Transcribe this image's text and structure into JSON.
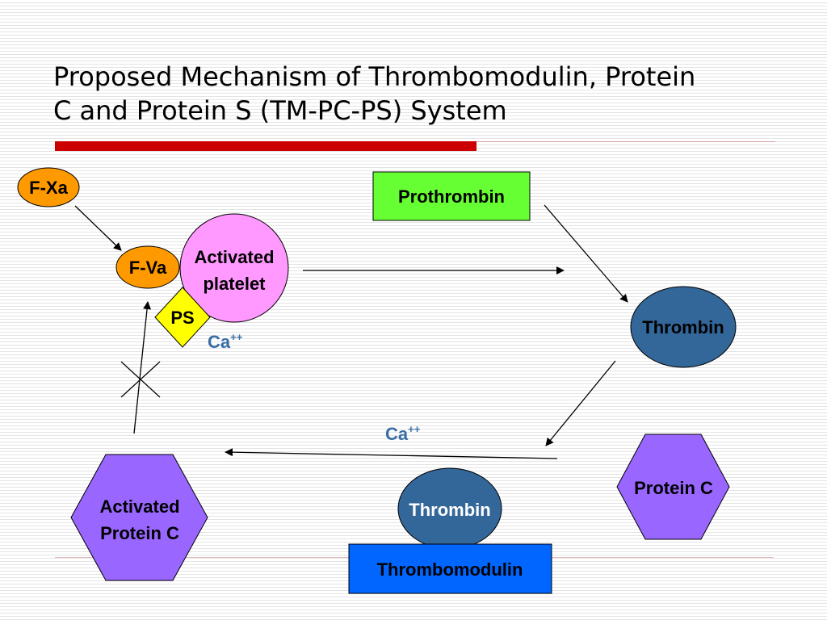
{
  "slide": {
    "title_lines": [
      "Proposed Mechanism of Thrombomodulin, Protein",
      "C and Protein S (TM-PC-PS) System"
    ]
  },
  "colors": {
    "accent_bar": "#cc0000",
    "fxa_fill": "#ff9900",
    "fva_fill": "#ff9900",
    "platelet_fill": "#ff99ff",
    "ps_fill": "#ffff00",
    "prothrombin_fill": "#66ff33",
    "thrombin_fill": "#336699",
    "protein_c_fill": "#9966ff",
    "thrombomodulin_fill": "#0066ff",
    "ca_text": "#3a6ea5"
  },
  "diagram": {
    "fxa": "F-Xa",
    "fva": "F-Va",
    "activated_platelet_lines": [
      "Activated",
      "platelet"
    ],
    "ps": "PS",
    "ca_platelet": {
      "base": "Ca",
      "sup": "++"
    },
    "prothrombin": "Prothrombin",
    "thrombin_right": "Thrombin",
    "ca_bottom": {
      "base": "Ca",
      "sup": "++"
    },
    "protein_c": "Protein C",
    "thrombin_bottom": "Thrombin",
    "thrombomodulin": "Thrombomodulin",
    "activated_protein_c_lines": [
      "Activated",
      "Protein C"
    ]
  }
}
